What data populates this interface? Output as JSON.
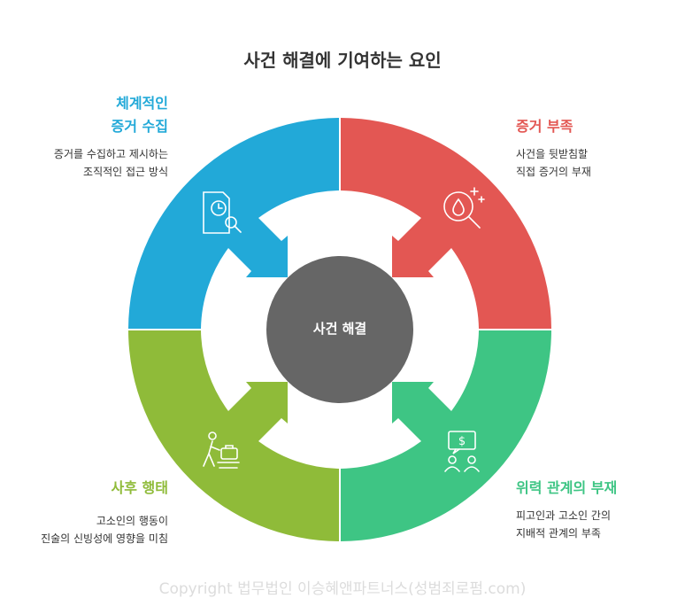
{
  "title": "사건 해결에 기여하는 요인",
  "center": {
    "label": "사건 해결",
    "color": "#666666"
  },
  "factors": [
    {
      "title_lines": [
        "체계적인",
        "증거 수집"
      ],
      "desc_lines": [
        "증거를 수집하고 제시하는",
        "조직적인 접근 방식"
      ],
      "color": "#22a9d8",
      "icon": "document-clock-search-icon"
    },
    {
      "title_lines": [
        "증거 부족"
      ],
      "desc_lines": [
        "사건을 뒷받침할",
        "직접 증거의 부재"
      ],
      "color": "#e35753",
      "icon": "drop-magnifier-icon"
    },
    {
      "title_lines": [
        "위력 관계의 부재"
      ],
      "desc_lines": [
        "피고인과 고소인 간의",
        "지배적 관계의 부족"
      ],
      "color": "#3ec584",
      "icon": "people-money-icon"
    },
    {
      "title_lines": [
        "사후 행태"
      ],
      "desc_lines": [
        "고소인의 행동이",
        "진술의 신빙성에 영향을 미침"
      ],
      "color": "#8fbb39",
      "icon": "person-luggage-conveyor-icon"
    }
  ],
  "copyright": "Copyright 법무법인 이승혜앤파트너스(성범죄로펌.com)"
}
